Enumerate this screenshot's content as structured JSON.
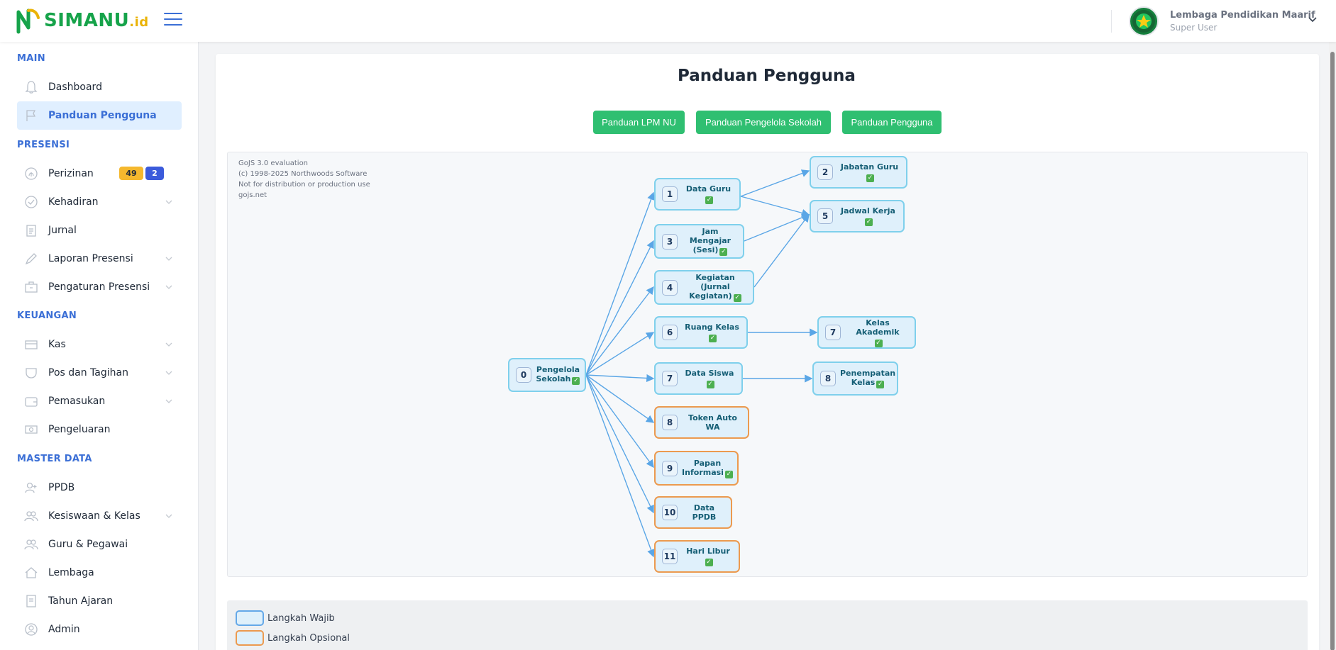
{
  "app": {
    "logo_main": "SIMANU",
    "logo_tld": ".id"
  },
  "user": {
    "name": "Lembaga Pendidikan Maarif",
    "role": "Super User"
  },
  "sidebar": {
    "sections": [
      {
        "title": "MAIN"
      },
      {
        "title": "PRESENSI"
      },
      {
        "title": "KEUANGAN"
      },
      {
        "title": "MASTER DATA"
      }
    ],
    "items": [
      {
        "label": "Dashboard",
        "icon": "bell-icon"
      },
      {
        "label": "Panduan Pengguna",
        "icon": "flag-icon",
        "active": true
      },
      {
        "label": "Perizinan",
        "icon": "fingerprint-icon",
        "badges": [
          "49",
          "2"
        ]
      },
      {
        "label": "Kehadiran",
        "icon": "check-circle-icon"
      },
      {
        "label": "Jurnal",
        "icon": "clipboard-icon"
      },
      {
        "label": "Laporan Presensi",
        "icon": "pencil-icon"
      },
      {
        "label": "Pengaturan Presensi",
        "icon": "briefcase-icon"
      },
      {
        "label": "Kas",
        "icon": "card-icon"
      },
      {
        "label": "Pos dan Tagihan",
        "icon": "pocket-icon"
      },
      {
        "label": "Pemasukan",
        "icon": "wallet-icon"
      },
      {
        "label": "Pengeluaran",
        "icon": "cash-icon"
      },
      {
        "label": "PPDB",
        "icon": "user-plus-icon"
      },
      {
        "label": "Kesiswaan & Kelas",
        "icon": "users-icon"
      },
      {
        "label": "Guru & Pegawai",
        "icon": "users-icon"
      },
      {
        "label": "Lembaga",
        "icon": "home-icon"
      },
      {
        "label": "Tahun Ajaran",
        "icon": "bookmark-icon"
      },
      {
        "label": "Admin",
        "icon": "user-circle-icon"
      }
    ]
  },
  "main": {
    "title": "Panduan Pengguna",
    "buttons": [
      "Panduan LPM NU",
      "Panduan Pengelola Sekolah",
      "Panduan Pengguna"
    ],
    "watermark": [
      "GoJS 3.0 evaluation",
      "(c) 1998-2025 Northwoods Software",
      "Not for distribution or production use",
      "gojs.net"
    ],
    "nodes": [
      {
        "num": "0",
        "line1": "Pengelola",
        "line2": "Sekolah",
        "check": true,
        "type": "wajib"
      },
      {
        "num": "1",
        "line1": "Data Guru",
        "line2": "",
        "check": true,
        "type": "wajib"
      },
      {
        "num": "2",
        "line1": "Jabatan Guru",
        "line2": "",
        "check": true,
        "type": "wajib"
      },
      {
        "num": "3",
        "line1": "Jam Mengajar",
        "line2": "(Sesi)",
        "check": true,
        "type": "wajib"
      },
      {
        "num": "5",
        "line1": "Jadwal Kerja",
        "line2": "",
        "check": true,
        "type": "wajib"
      },
      {
        "num": "4",
        "line1": "Kegiatan (Jurnal",
        "line2": "Kegiatan)",
        "check": true,
        "type": "wajib"
      },
      {
        "num": "6",
        "line1": "Ruang Kelas",
        "line2": "",
        "check": true,
        "type": "wajib"
      },
      {
        "num": "7",
        "line1": "Kelas Akademik",
        "line2": "",
        "check": true,
        "type": "wajib"
      },
      {
        "num": "7",
        "line1": "Data Siswa",
        "line2": "",
        "check": true,
        "type": "wajib"
      },
      {
        "num": "8",
        "line1": "Penempatan",
        "line2": "Kelas",
        "check": true,
        "type": "wajib"
      },
      {
        "num": "8",
        "line1": "Token Auto WA",
        "line2": "",
        "check": false,
        "type": "opsional"
      },
      {
        "num": "9",
        "line1": "Papan",
        "line2": "Informasi",
        "check": true,
        "type": "opsional"
      },
      {
        "num": "10",
        "line1": "Data PPDB",
        "line2": "",
        "check": false,
        "type": "opsional"
      },
      {
        "num": "11",
        "line1": "Hari Libur",
        "line2": "",
        "check": true,
        "type": "opsional"
      }
    ],
    "legend": [
      "Langkah Wajib",
      "Langkah Opsional"
    ]
  },
  "colors": {
    "accent": "#3b6fd6",
    "button": "#2fbf71",
    "node_fill": "#dff0fb",
    "node_border_wajib": "#7fd0ec",
    "node_border_opsional": "#ec9a4f",
    "link": "#5aa6e6"
  }
}
